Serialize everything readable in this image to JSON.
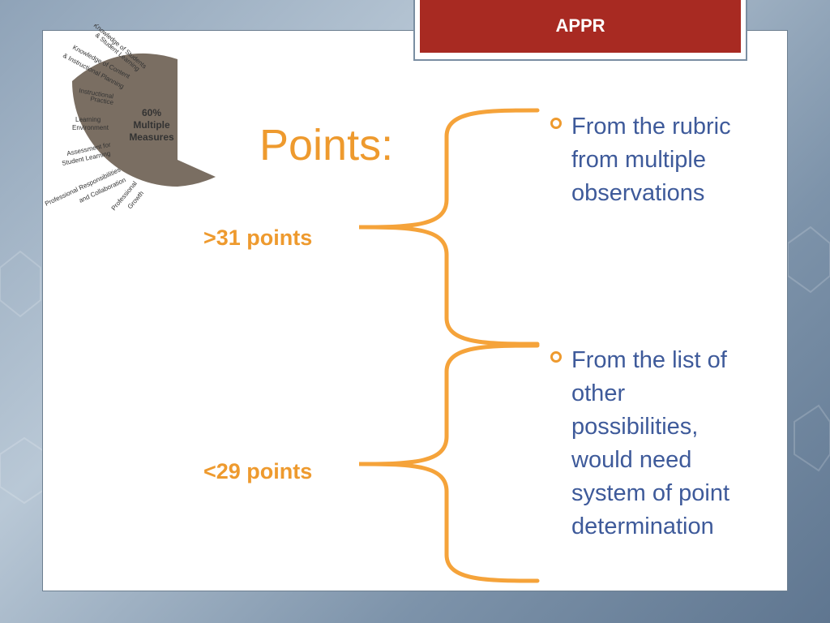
{
  "banner": {
    "title": "APPR"
  },
  "wheel": {
    "center_line1": "60%",
    "center_line2": "Multiple",
    "center_line3": "Measures",
    "fill_color": "#7a6e62",
    "labels": [
      "Knowledge of Students",
      "& Student Learning",
      "Knowledge of Content",
      "& Instructional Planning",
      "Instructional",
      "Practice",
      "Learning",
      "Environment",
      "Assessment for",
      "Student Learning",
      "Professional Responsibilities",
      "and Collaboration",
      "Professional",
      "Growth"
    ]
  },
  "title": "Points:",
  "ranges": [
    ">31 points",
    "<29 points"
  ],
  "bullets": [
    {
      "lines": [
        "From the rubric",
        "from multiple",
        "observations"
      ]
    },
    {
      "lines": [
        "From the list of",
        "other",
        "possibilities,",
        "would need",
        "system of point",
        "determination"
      ]
    }
  ],
  "colors": {
    "accent": "#ee9a2e",
    "banner": "#a82a22",
    "bullet_text": "#3e5a9a"
  }
}
